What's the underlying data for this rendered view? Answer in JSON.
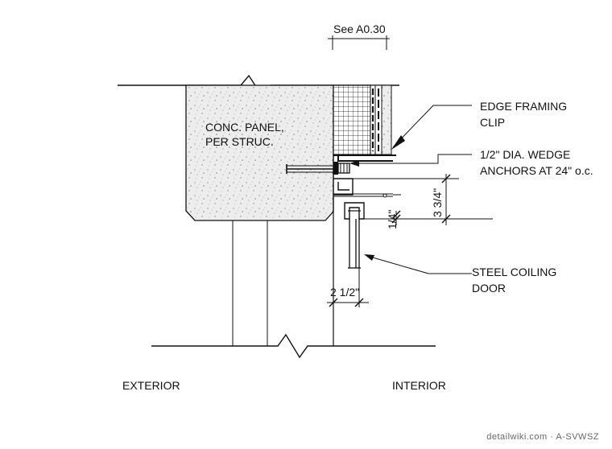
{
  "diagram": {
    "reference": "See A0.30",
    "labels": {
      "conc_panel_1": "CONC. PANEL,",
      "conc_panel_2": "PER STRUC.",
      "edge_clip_1": "EDGE FRAMING",
      "edge_clip_2": "CLIP",
      "anchors_1": "1/2\" DIA. WEDGE",
      "anchors_2": "ANCHORS AT 24\" o.c.",
      "door_1": "STEEL COILING",
      "door_2": "DOOR",
      "exterior": "EXTERIOR",
      "interior": "INTERIOR"
    },
    "dimensions": {
      "height": "3 3/4\"",
      "gap": "1/4\"",
      "width": "2 1/2\""
    },
    "watermark": "detailwiki.com · A-SVWSZ"
  }
}
